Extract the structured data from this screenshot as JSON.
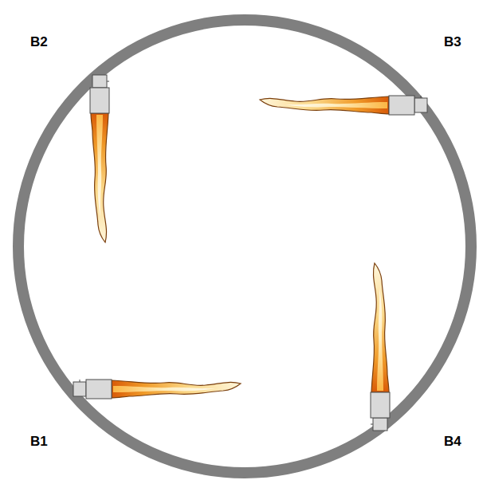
{
  "diagram": {
    "labels": [
      "B2",
      "B3",
      "B1",
      "B4"
    ]
  }
}
